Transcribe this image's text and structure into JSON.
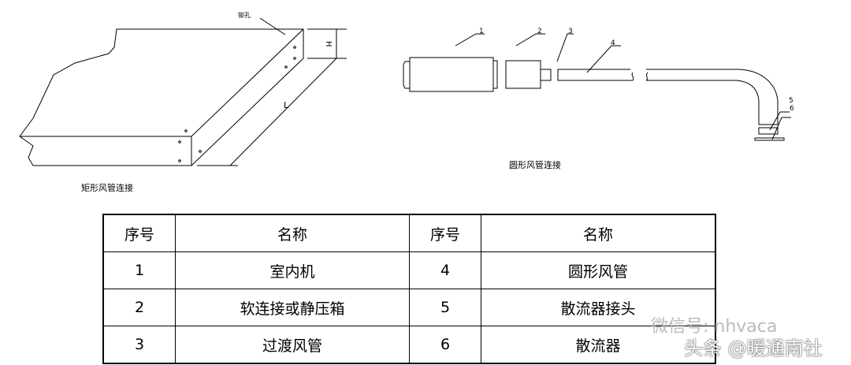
{
  "rect_diagram": {
    "caption": "矩形风管连接",
    "hole_label": "铆孔",
    "h_label": "H",
    "l_label": "L"
  },
  "round_diagram": {
    "caption": "圆形风管连接",
    "labels": [
      "1",
      "2",
      "3",
      "4",
      "5",
      "6"
    ]
  },
  "table": {
    "headers": [
      "序号",
      "名称",
      "序号",
      "名称"
    ],
    "rows": [
      [
        "1",
        "室内机",
        "4",
        "圆形风管"
      ],
      [
        "2",
        "软连接或静压箱",
        "5",
        "散流器接头"
      ],
      [
        "3",
        "过渡风管",
        "6",
        "散流器"
      ]
    ]
  },
  "watermark": {
    "wechat": "微信号: nhvaca",
    "toutiao": "头条 @暖通南社"
  }
}
